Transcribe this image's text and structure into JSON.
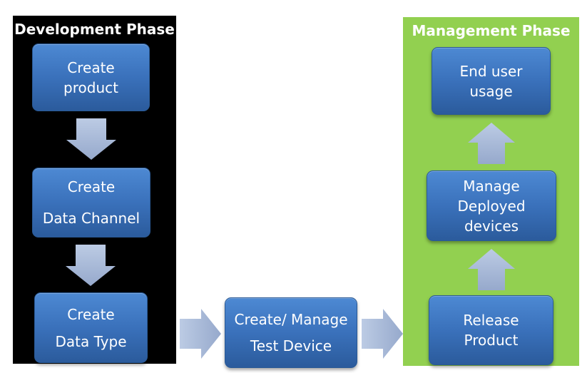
{
  "development_phase": {
    "title": "Development Phase",
    "steps": [
      {
        "lines": [
          "Create",
          "product"
        ]
      },
      {
        "lines": [
          "Create",
          "Data Channel"
        ]
      },
      {
        "lines": [
          "Create",
          "Data Type"
        ]
      }
    ]
  },
  "middle_step": {
    "lines": [
      "Create/ Manage",
      "Test Device"
    ]
  },
  "management_phase": {
    "title": "Management Phase",
    "steps": [
      {
        "lines": [
          "End user",
          "usage"
        ]
      },
      {
        "lines": [
          "Manage",
          "Deployed",
          "devices"
        ]
      },
      {
        "lines": [
          "Release",
          "Product"
        ]
      }
    ]
  },
  "colors": {
    "development_background": "#000000",
    "management_background": "#92d050",
    "box_blue": "#3a71bb",
    "arrow_blue_gray": "#a8b9d8",
    "text": "#ffffff"
  }
}
